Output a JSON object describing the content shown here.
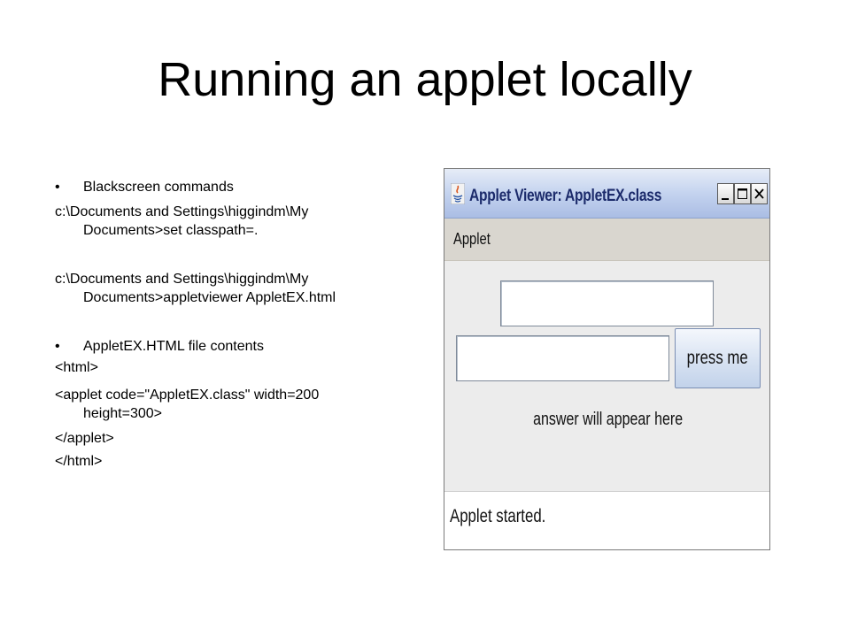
{
  "slide": {
    "title": "Running an applet locally"
  },
  "content": {
    "bullet_char": "•",
    "bullet1": "Blackscreen commands",
    "cmd1_line1": "c:\\Documents and Settings\\higgindm\\My",
    "cmd1_line2": "Documents>set classpath=.",
    "cmd2_line1": "c:\\Documents and Settings\\higgindm\\My",
    "cmd2_line2": "Documents>appletviewer AppletEX.html",
    "bullet2": "AppletEX.HTML file contents",
    "html_open": "<html>",
    "applet_line1": "<applet code=\"AppletEX.class\" width=200",
    "applet_line2": "height=300>",
    "applet_close": "</applet>",
    "html_close": "</html>"
  },
  "applet_window": {
    "title": "Applet Viewer: AppletEX.class",
    "menu": "Applet",
    "top_field_value": "",
    "left_field_value": "",
    "button_label": "press me",
    "answer_label": "answer will appear here",
    "status": "Applet started.",
    "icon_name": "java-icon"
  }
}
